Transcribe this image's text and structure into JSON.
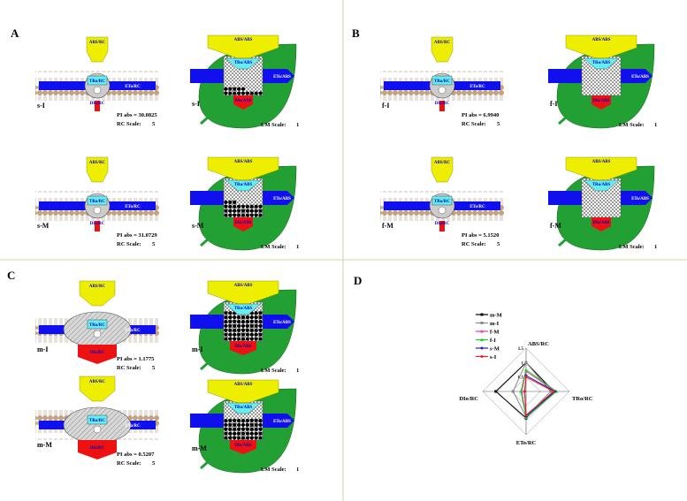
{
  "panels": {
    "A": {
      "letter": "A",
      "rows": [
        {
          "label": "s-I",
          "pi": "PI abs = 30.0825",
          "rc_scale": "RC Scale:",
          "rc_val": "5",
          "lm_label": "s-I",
          "lm_scale": "LM Scale:",
          "lm_val": "1"
        },
        {
          "label": "s-M",
          "pi": "PI abs = 31.0729",
          "rc_scale": "RC Scale:",
          "rc_val": "5",
          "lm_label": "s-M",
          "lm_scale": "LM Scale:",
          "lm_val": "1"
        }
      ]
    },
    "B": {
      "letter": "B",
      "rows": [
        {
          "label": "f-I",
          "pi": "PI abs = 6.9940",
          "rc_scale": "RC Scale:",
          "rc_val": "5",
          "lm_label": "f-I",
          "lm_scale": "LM Scale:",
          "lm_val": "1"
        },
        {
          "label": "f-M",
          "pi": "PI abs = 5.1520",
          "rc_scale": "RC Scale:",
          "rc_val": "5",
          "lm_label": "f-M",
          "lm_scale": "LM Scale:",
          "lm_val": "1"
        }
      ]
    },
    "C": {
      "letter": "C",
      "rows": [
        {
          "label": "m-I",
          "pi": "PI abs = 1.1775",
          "rc_scale": "RC Scale:",
          "rc_val": "5",
          "lm_label": "m-I",
          "lm_scale": "LM Scale:",
          "lm_val": "1"
        },
        {
          "label": "m-M",
          "pi": "PI abs = 0.5207",
          "rc_scale": "RC Scale:",
          "rc_val": "5",
          "lm_label": "m-M",
          "lm_scale": "LM Scale:",
          "lm_val": "1"
        }
      ]
    },
    "D": {
      "letter": "D"
    }
  },
  "diagram_labels": {
    "abs_rc": "ABS/RC",
    "tro_rc": "TRo/RC",
    "eto_rc": "ETo/RC",
    "dio_rc": "DIo/RC",
    "abs_abs": "ABS/ABS",
    "tro_abs": "TRo/ABS",
    "eto_abs": "ETo/ABS",
    "dio_abs": "DIo/ABS"
  },
  "chart_data": {
    "type": "radar",
    "axes": [
      "ABS/RC",
      "TRo/RC",
      "ETo/RC",
      "DIo/RC"
    ],
    "rmax": 1.5,
    "rings": [
      0.5,
      1,
      1.5
    ],
    "ring_labels": [
      "0.5",
      "1",
      "1.5"
    ],
    "legend_position": "left",
    "series": [
      {
        "name": "m-M",
        "color": "#000000",
        "marker": "square",
        "values": [
          1.0,
          0.95,
          0.92,
          1.05
        ]
      },
      {
        "name": "m-I",
        "color": "#888888",
        "marker": "square",
        "values": [
          1.0,
          0.85,
          0.88,
          0.45
        ]
      },
      {
        "name": "f-M",
        "color": "#e040a0",
        "marker": "triangle",
        "values": [
          0.7,
          1.02,
          0.88,
          0.15
        ]
      },
      {
        "name": "f-I",
        "color": "#22cc22",
        "marker": "triangle",
        "values": [
          0.75,
          1.05,
          0.9,
          0.18
        ]
      },
      {
        "name": "s-M",
        "color": "#2222cc",
        "marker": "circle",
        "values": [
          0.55,
          1.0,
          0.86,
          0.05
        ]
      },
      {
        "name": "s-I",
        "color": "#ee2222",
        "marker": "circle",
        "values": [
          0.5,
          0.95,
          0.82,
          0.05
        ]
      }
    ]
  }
}
